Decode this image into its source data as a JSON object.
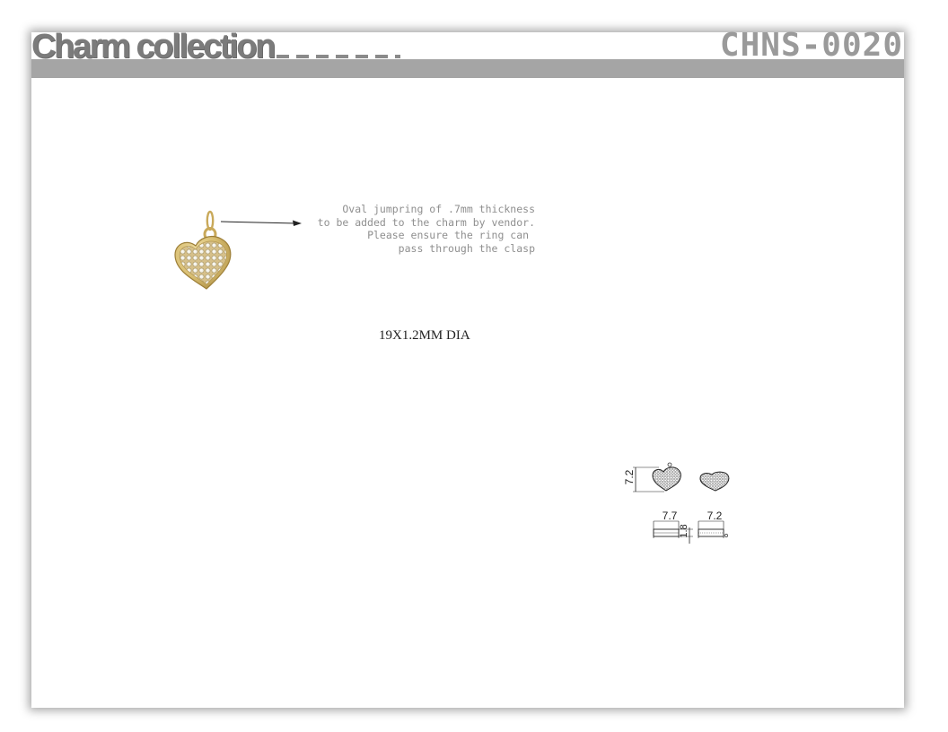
{
  "header": {
    "title": "Charm collection",
    "product_code": "CHNS-0020"
  },
  "note": {
    "lines": [
      "Oval jumpring of .7mm thickness",
      "to be added to the charm by vendor.",
      "Please ensure the ring can ",
      "pass through the clasp"
    ]
  },
  "charm": {
    "size_label": "19X1.2MM DIA",
    "metal_color": "#d8be6e"
  },
  "dimensions": {
    "height": "7.2",
    "width": "7.7",
    "thickness": "1.8",
    "side_width": "7.2"
  }
}
